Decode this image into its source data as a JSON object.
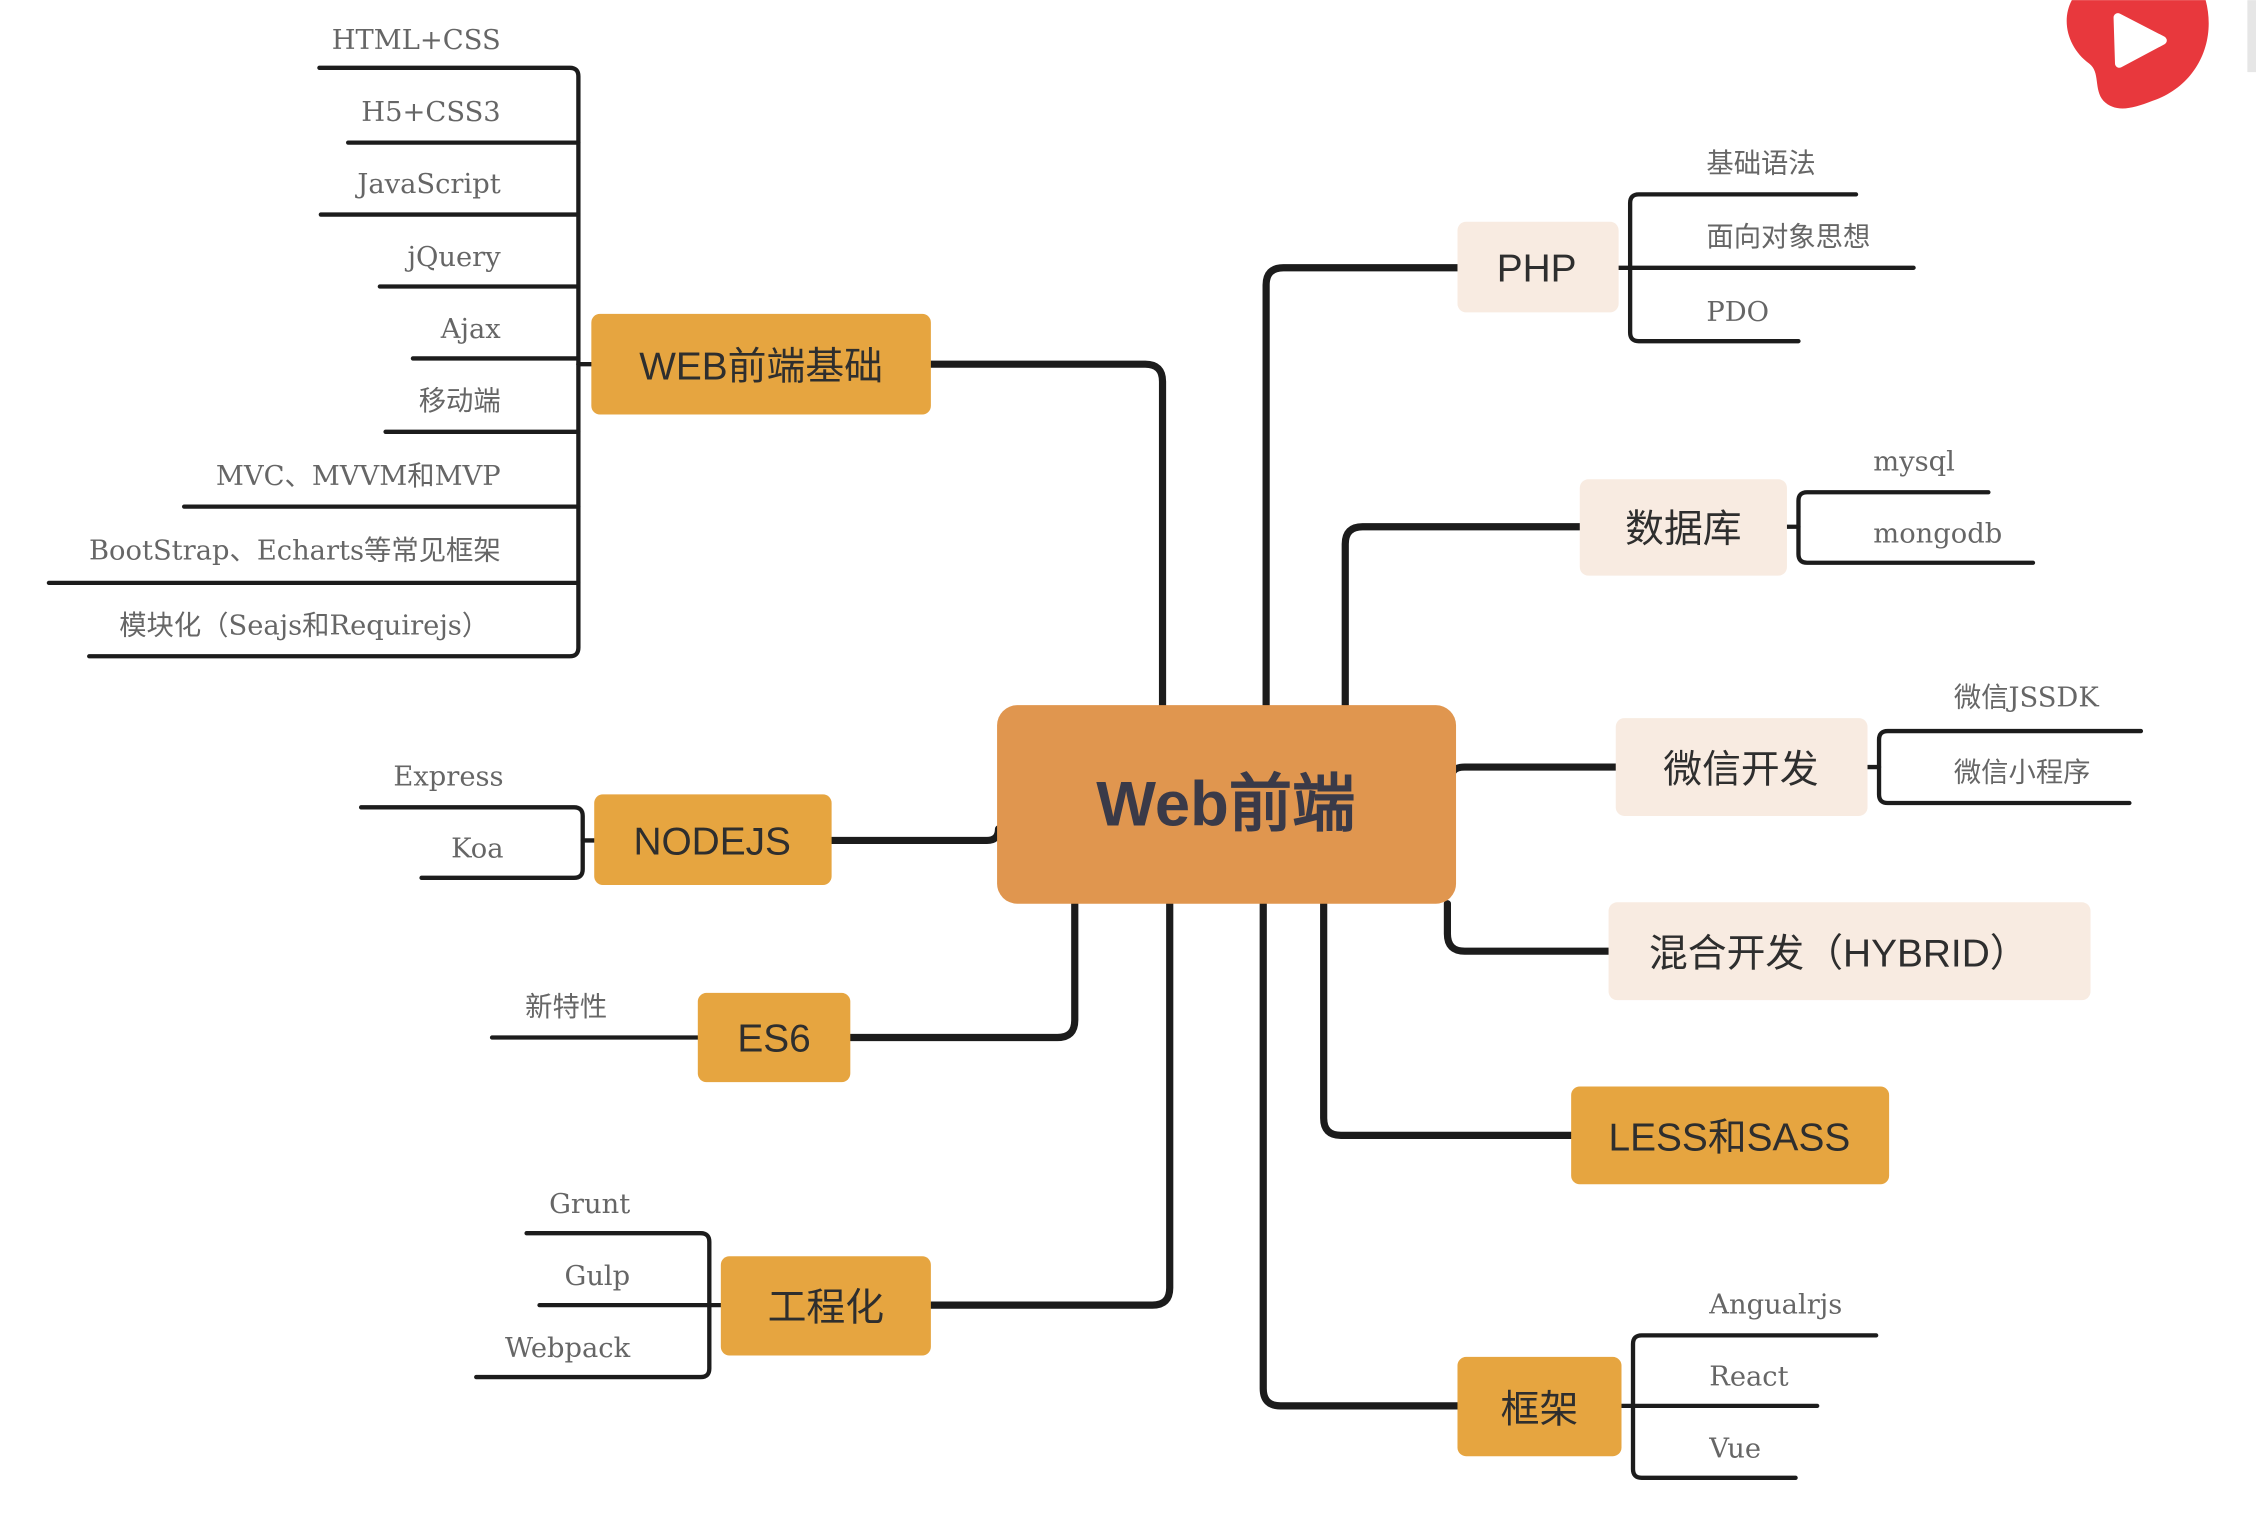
{
  "root": {
    "label": "Web前端"
  },
  "branches": {
    "web_basics": {
      "label": "WEB前端基础",
      "children": [
        "HTML+CSS",
        "H5+CSS3",
        "JavaScript",
        "jQuery",
        "Ajax",
        "移动端",
        "MVC、MVVM和MVP",
        "BootStrap、Echarts等常见框架",
        "模块化（Seajs和Requirejs）"
      ]
    },
    "nodejs": {
      "label": "NODEJS",
      "children": [
        "Express",
        "Koa"
      ]
    },
    "es6": {
      "label": "ES6",
      "children": [
        "新特性"
      ]
    },
    "engineering": {
      "label": "工程化",
      "children": [
        "Grunt",
        "Gulp",
        "Webpack"
      ]
    },
    "php": {
      "label": "PHP",
      "children": [
        "基础语法",
        "面向对象思想",
        "PDO"
      ]
    },
    "database": {
      "label": "数据库",
      "children": [
        "mysql",
        "mongodb"
      ]
    },
    "wechat": {
      "label": "微信开发",
      "children": [
        "微信JSSDK",
        "微信小程序"
      ]
    },
    "hybrid": {
      "label": "混合开发（HYBRID）"
    },
    "less_sass": {
      "label": "LESS和SASS"
    },
    "frameworks": {
      "label": "框架",
      "children": [
        "Angualrjs",
        "React",
        "Vue"
      ]
    }
  },
  "colors": {
    "root_fill": "#E0964F",
    "primary_fill": "#E6A540",
    "secondary_fill": "#F8EBE1",
    "logo_red": "#E8383D",
    "logo_white": "#FFFFFF"
  },
  "icons": {
    "top_right": "play-logo-icon"
  }
}
